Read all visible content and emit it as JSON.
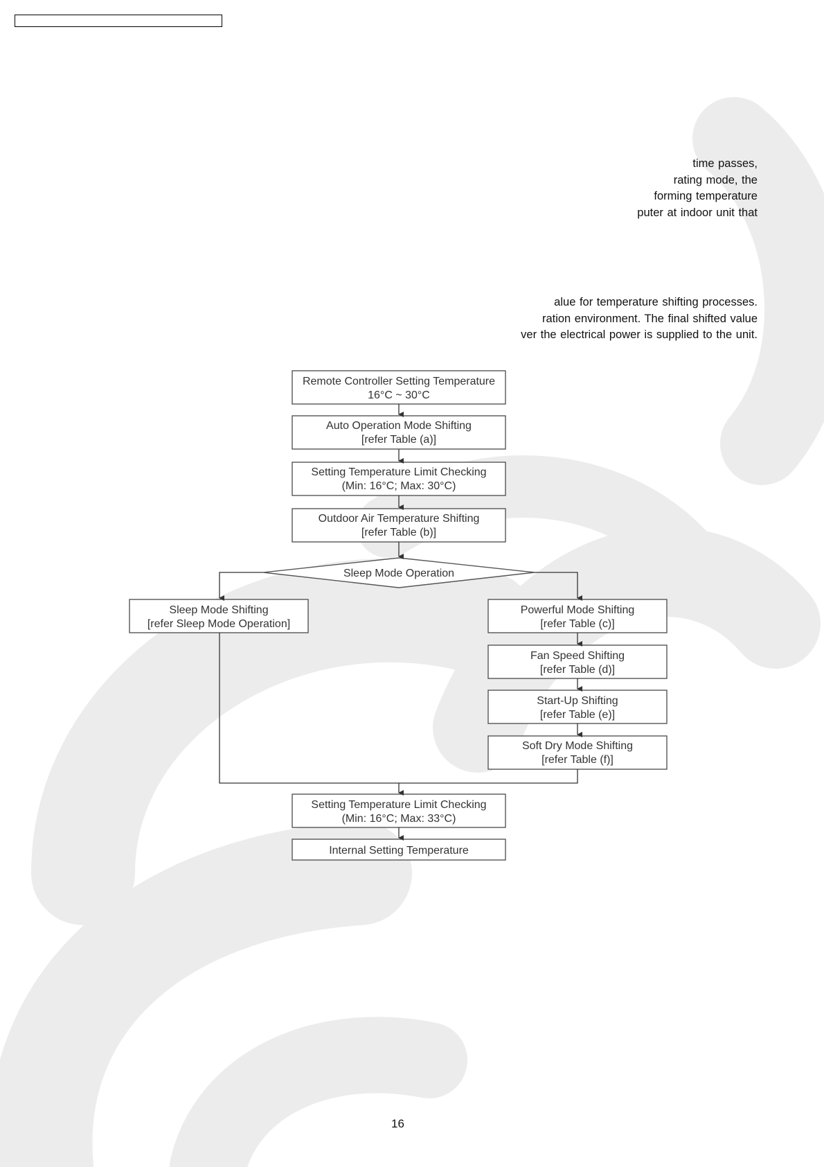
{
  "paragraph1": {
    "lines": [
      "time  passes,",
      "rating  mode,  the",
      "forming temperature",
      "puter at indoor unit that"
    ]
  },
  "paragraph2": {
    "lines": [
      "alue for temperature shifting processes.",
      "ration environment. The final shifted value",
      "ver the electrical power is supplied to the unit."
    ]
  },
  "flowchart": {
    "remote": [
      "Remote Controller Setting Temperature",
      "16°C ~ 30°C"
    ],
    "auto": [
      "Auto Operation Mode Shifting",
      "[refer Table (a)]"
    ],
    "limit1": [
      "Setting Temperature Limit Checking",
      "(Min: 16°C; Max: 30°C)"
    ],
    "outdoor": [
      "Outdoor Air Temperature Shifting",
      "[refer Table (b)]"
    ],
    "decision": "Sleep Mode Operation",
    "sleep": [
      "Sleep Mode Shifting",
      "[refer Sleep Mode Operation]"
    ],
    "powerful": [
      "Powerful Mode Shifting",
      "[refer Table (c)]"
    ],
    "fan": [
      "Fan Speed Shifting",
      "[refer Table (d)]"
    ],
    "startup": [
      "Start-Up Shifting",
      "[refer Table (e)]"
    ],
    "softdry": [
      "Soft Dry Mode Shifting",
      "[refer Table (f)]"
    ],
    "limit2": [
      "Setting Temperature Limit Checking",
      "(Min: 16°C; Max: 33°C)"
    ],
    "internal": "Internal Setting Temperature"
  },
  "page_number": "16"
}
